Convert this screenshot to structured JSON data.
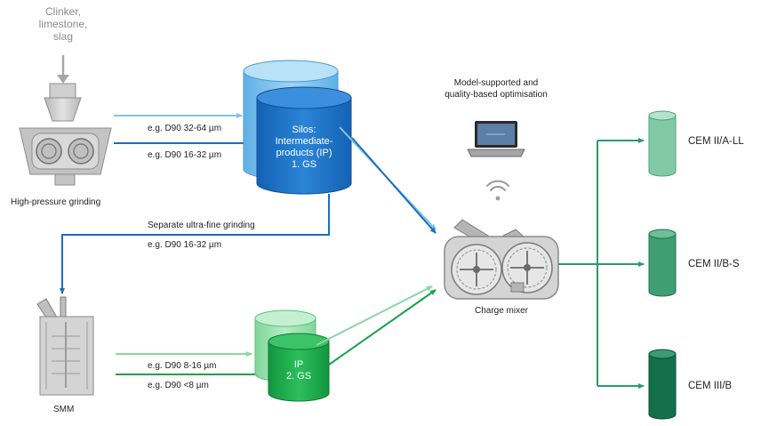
{
  "input": {
    "line1": "Clinker,",
    "line2": "limestone,",
    "line3": "slag"
  },
  "hpgr": {
    "label": "High-pressure grinding"
  },
  "flows": {
    "coarse": "e.g. D90 32-64 µm",
    "fine": "e.g. D90 16-32 µm",
    "ultrafine_title": "Separate ultra-fine grinding",
    "ultrafine": "e.g. D90 16-32 µm",
    "smm_a": "e.g. D90 8-16 µm",
    "smm_b": "e.g. D90 <8 µm"
  },
  "silo1": {
    "line1": "Silos:",
    "line2": "Intermediate-",
    "line3": "products (IP)",
    "line4": "1. GS"
  },
  "silo2": {
    "line1": "IP",
    "line2": "2. GS"
  },
  "smm": {
    "label": "SMM"
  },
  "optimisation": {
    "line1": "Model-supported and",
    "line2": "quality-based optimisation"
  },
  "mixer": {
    "label": "Charge mixer"
  },
  "products": [
    {
      "label": "CEM II/A-LL",
      "color": "#82c9a6"
    },
    {
      "label": "CEM II/B-S",
      "color": "#3f9e72"
    },
    {
      "label": "CEM III/B",
      "color": "#14704a"
    }
  ],
  "colors": {
    "blue_dark": "#1b6ec2",
    "blue_light": "#7fc3ec",
    "green_dark": "#18a24a",
    "green_light": "#8ad6a2",
    "teal_line": "#2d9a6e"
  }
}
